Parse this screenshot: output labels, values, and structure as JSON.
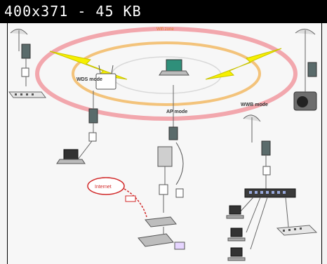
{
  "image_header": {
    "title": "400x371 - 45 KB"
  },
  "diagram": {
    "labels": {
      "ring_label": "Wifi zone",
      "wds_mode": "WDS mode",
      "ap_mode": "AP mode",
      "wwb_mode": "WWB mode",
      "cloud_label": "Internet"
    },
    "colors": {
      "outer_ring": "#f2a7ad",
      "inner_ring": "#f3c37b",
      "wireless_bolt": "#f6f000",
      "link_lines": "#666666",
      "cloud": "#d12a2a"
    }
  }
}
